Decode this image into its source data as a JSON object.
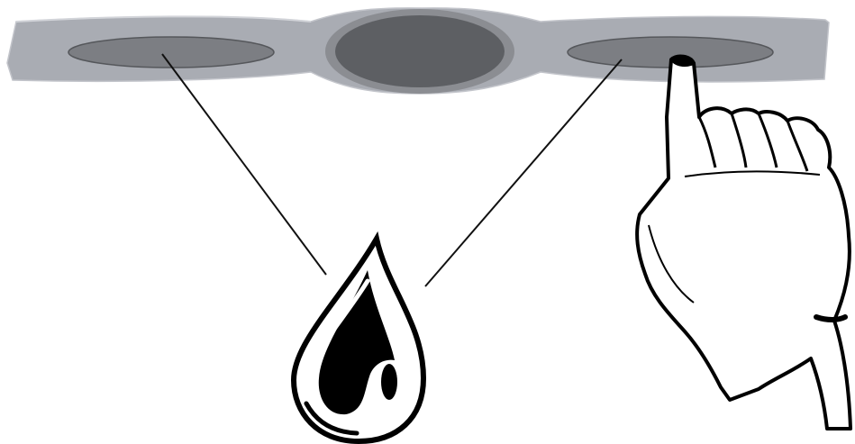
{
  "diagram": {
    "components": [
      {
        "id": "strap",
        "icon": "sensor-strap-icon"
      },
      {
        "id": "left-electrode",
        "icon": "electrode-pad-icon"
      },
      {
        "id": "center-module",
        "icon": "transmitter-module-icon"
      },
      {
        "id": "right-electrode",
        "icon": "electrode-pad-icon"
      },
      {
        "id": "water-drop",
        "icon": "water-drop-icon"
      },
      {
        "id": "hand",
        "icon": "pointing-hand-icon"
      }
    ],
    "connectors": [
      {
        "from": "left-electrode",
        "to": "water-drop"
      },
      {
        "from": "right-electrode",
        "to": "water-drop"
      }
    ],
    "colors": {
      "strap_fill": "#a9acb3",
      "strap_edge": "#c3c5cb",
      "electrode_fill": "#7c7e83",
      "electrode_stroke": "#55575b",
      "module_fill": "#5d5f63",
      "module_ring": "#8b8d92",
      "line": "#111111",
      "ink": "#000000",
      "paper": "#ffffff"
    }
  }
}
